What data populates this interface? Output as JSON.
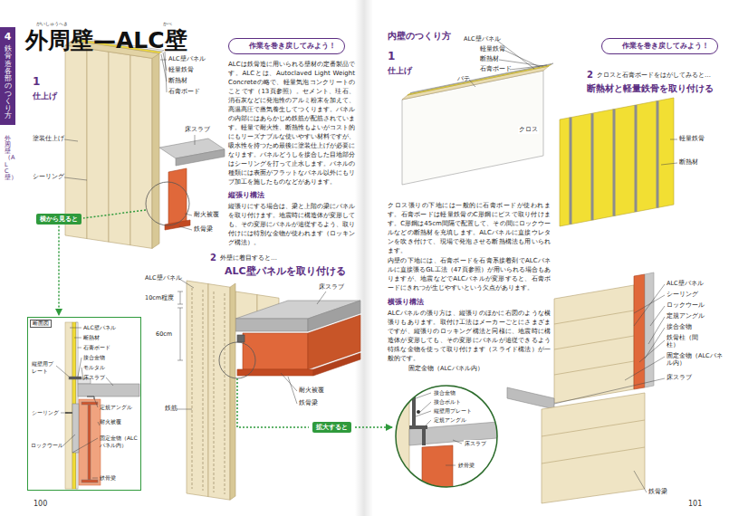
{
  "diagram": {
    "title": "外周壁—ALC壁",
    "nodes": [
      {
        "text": [
          "4",
          "鉄骨造 各部のつくり方"
        ]
      },
      {
        "text": [
          "作業を巻き戻してみよう！"
        ]
      },
      {
        "text": [
          "横から見ると"
        ]
      },
      {
        "text": [
          "断面図"
        ]
      },
      {
        "text": [
          "作業を巻き戻してみよう！"
        ]
      },
      {
        "text": [
          "拡大すると"
        ]
      }
    ],
    "edges": [
      {
        "from": 2,
        "to": 3,
        "arrow": "to"
      }
    ],
    "labels": [
      "がいしゅうへき",
      "かべ",
      "外周壁（ALC壁）",
      "1",
      "仕上げ",
      "ALC壁パネル",
      "軽量鉄骨",
      "断熱材",
      "石膏ボード",
      "塗装仕上げ",
      "シーリング",
      "床スラブ",
      "耐火被覆",
      "鉄骨梁",
      "ALCは鉄骨造に用いられる壁材の定番製品です。ALCとは、Autoclaved Light Weight Concreteの略で、軽量気泡コンクリートのことです（13頁参照）。セメント、珪石、消石灰などに発泡性のアルミ粉末を加えて、高温高圧で蒸気養生してつくります。パネルの内部にはあらかじめ鉄筋が配筋されています。軽量で耐火性、断熱性もよいがコスト的にもリーズナブルな使いやすい材料ですが、吸水性を持つため最後に塗装仕上げが必要になります。パネルどうしを接合した目地部分はシーリングを打って止水します。パネルの種類には表面がフラットなパネル以外にもリブ加工を施したものなどがあります。",
      "縦張り構法",
      "縦張りにする場合は、梁と上階の梁にパネルを取り付けます。地震時に構造体が変形しても、その変形にパネルが追従するよう、取り付けには特別な金物が使われます（ロッキング構法）。",
      "ALC壁パネル",
      "断熱材",
      "石膏ボード",
      "縦壁用プレート",
      "接合金物",
      "モルタル",
      "床スラブ",
      "シーリング",
      "ロックウール",
      "定規アングル",
      "耐火被覆",
      "固定金物（ALCパネル内）",
      "鉄骨梁",
      "2",
      "外壁に着目すると…",
      "ALC壁パネルを取り付ける",
      "ALC壁パネル",
      "10cm程度",
      "60cm",
      "鉄筋",
      "床スラブ",
      "耐火被覆",
      "鉄骨梁",
      "100",
      "内壁のつくり方",
      "1",
      "仕上げ",
      "ALC壁パネル",
      "軽量鉄骨",
      "断熱材",
      "石膏ボード",
      "パテ",
      "クロス",
      "2",
      "クロスと石膏ボードをはがしてみると…",
      "断熱材と軽量鉄骨を取り付ける",
      "軽量鉄骨",
      "断熱材",
      "クロス張りの下地には一般的に石膏ボードが使われます。石膏ボードは軽量鉄骨のC形鋼にビスで取り付けます。C形鋼は45cm間隔で配置して、その間にロックウールなどの断熱材を充填します。ALCパネルに直接ウレタンを吹き付けて、現場で発泡させる断熱構法も用いられます。",
      "内壁の下地には、石膏ボードを石膏系接着剤でALCパネルに直接張るGL工法（47頁参照）が用いられる場合もありますが、地震などでALCパネルが変形すると、石膏ボードにきれつが生じやすいという欠点があります。",
      "横張り構法",
      "ALCパネルの張り方は、縦張りのほかに右図のような横張りもあります。取付け工法はメーカーごとにさまざまですが、縦張りのロッキング構法と同様に、地震時に構造体が変形しても、その変形にパネルが追従できるよう特殊な金物を使って取り付けます（スライド構法）が一般的です。",
      "固定金物（ALCパネル内）",
      "接合金物",
      "接合ボルト",
      "縦壁用プレート",
      "定規アングル",
      "床スラブ",
      "鉄骨梁",
      "ALC壁パネル",
      "シーリング",
      "ロックウール",
      "定規アングル",
      "接合金物",
      "鉄骨柱（間柱）",
      "固定金物（ALCパネル内）",
      "床スラブ",
      "鉄骨梁",
      "101"
    ]
  }
}
